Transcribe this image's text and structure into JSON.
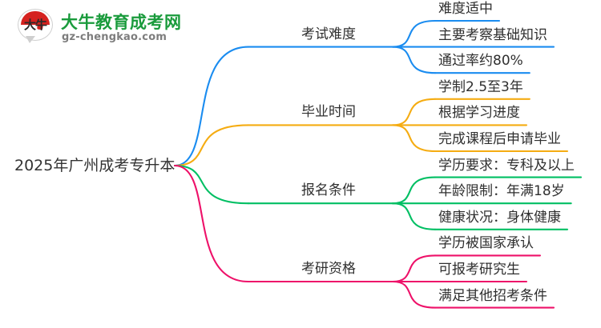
{
  "logo": {
    "mark_text": "大牛",
    "name": "大牛教育成考网",
    "url": "gz-chengkao.com",
    "mark_color": "#d5221f",
    "name_color": "#1a9b3c",
    "url_color": "#7d7d7d"
  },
  "mindmap": {
    "root": "2025年广州成考专升本",
    "branches": [
      {
        "label": "考试难度",
        "color": "#1a8cf0",
        "leaves": [
          "难度适中",
          "主要考察基础知识",
          "通过率约80%"
        ]
      },
      {
        "label": "毕业时间",
        "color": "#f5ac12",
        "leaves": [
          "学制2.5至3年",
          "根据学习进度",
          "完成课程后申请毕业"
        ]
      },
      {
        "label": "报名条件",
        "color": "#00bf63",
        "leaves": [
          "学历要求：专科及以上",
          "年龄限制：年满18岁",
          "健康状况：身体健康"
        ]
      },
      {
        "label": "考研资格",
        "color": "#ee1169",
        "leaves": [
          "学历被国家承认",
          "可报考研究生",
          "满足其他招考条件"
        ]
      }
    ]
  }
}
